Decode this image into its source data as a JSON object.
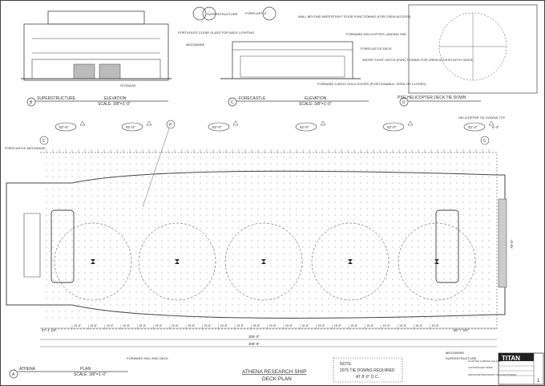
{
  "elevation_b": {
    "label_letter": "B",
    "name": "SUPERSTRUCTURE",
    "kind": "ELEVATION",
    "scale": "SCALE: 3/8\"=1'-0\"",
    "callout_top": "SUPERSTRUCTURE",
    "callout_portholes": "PORTHOLES\nCLEAR GLASS FOR BACK LIGHTING",
    "callout_mezzanine": "MEZZANINE",
    "callout_storage": "STORAGE"
  },
  "elevation_c": {
    "label_letter": "C",
    "name": "FORECASTLE",
    "kind": "ELEVATION",
    "scale": "SCALE: 3/8\"=1'-0\"",
    "callout_top": "FORECASTLE",
    "callout_wall": "WALL BEYOND\nWATERTIGHT DOOR\nFUNCTIONING\n(FOR CREW ACCESS)",
    "callout_heli": "FORWARD HELICOPTER\nLANDING PAD",
    "callout_deck": "FORECASTLE DECK",
    "callout_hatch": "WATER TIGHT HATCH\n(FUNCTIONING FOR CREW ACCESS\nBOTH SIDES)",
    "callout_cargo": "FORWARD CARGO HOLD DOORS\n(POSITIONABLE: OPEN OR CLOSED)"
  },
  "plan_d": {
    "label_letter": "D",
    "name": "PSG HELICOPTER DECK TIE DOWN"
  },
  "deck_plan": {
    "top_dims": [
      "52'-6\"",
      "52'-0\"",
      "52'-0\"",
      "52'-0\"",
      "52'-0\"",
      "42'-4\""
    ],
    "pointer_label": "P",
    "tie_down_note": "HELICOPTER TIE DOWNS\nTYP.",
    "forecastle_note": "FORECASTLE\nMEZZANINE",
    "right_dim": "78'-6\"",
    "overall_dim_1": "305'-0\"",
    "overall_dim_2": "305'-8\"",
    "left_end_dim": "47'-1 1/2\"",
    "right_end_dim": "50'-7 3/4\"",
    "spacing_label": "15'-8\"",
    "grid_left": "C",
    "grid_right": "C",
    "forward_heli_note": "FORWARD HELI-PAD DECK",
    "mezzanine_note": "MEZZANINE",
    "superstructure_note": "SUPERSTRUCTURE",
    "small_note": "6'-4\""
  },
  "plan_a": {
    "label_letter": "A",
    "name": "ATHENA",
    "kind": "PLAN",
    "scale": "SCALE: 3/8\"=1'-0\""
  },
  "title": {
    "line1": "ATHENA RESEARCH SHIP",
    "line2": "DECK PLAN"
  },
  "note": {
    "heading": "NOTE:",
    "line1": "2075 TIE DOWNS REQUIRED",
    "line2": "AT 8'-0\" O.C."
  },
  "title_block": {
    "brand": "TITAN",
    "sheet": "1",
    "legend": [
      "LIGHTING & DETAIL GALLERY",
      "CONTROLLED ITEMS",
      "INDICATED BOUNDARY OF FUNCTIONING"
    ]
  }
}
